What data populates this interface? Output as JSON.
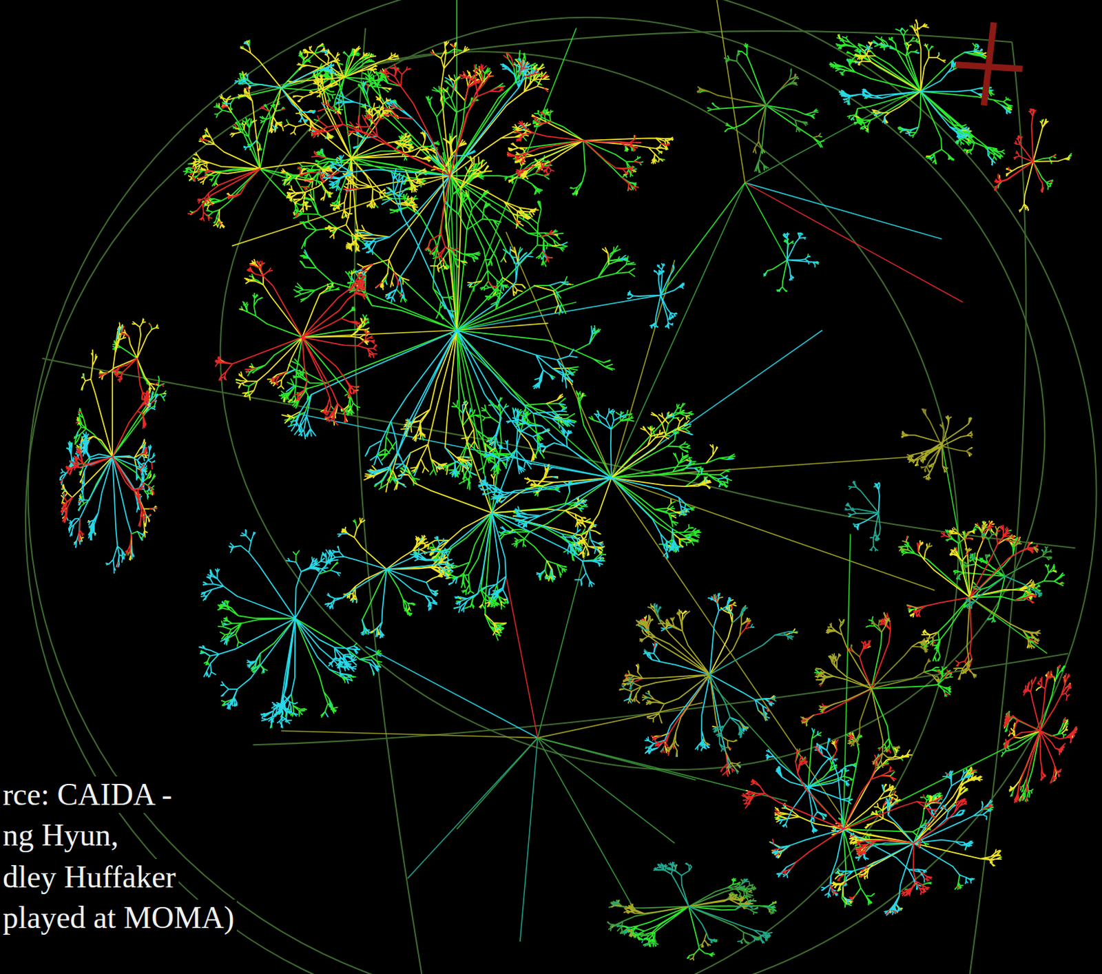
{
  "diagram": {
    "labels": [
      "rce: CAIDA -",
      "ng Hyun,",
      "dley Huffaker",
      "played at MOMA)"
    ]
  }
}
